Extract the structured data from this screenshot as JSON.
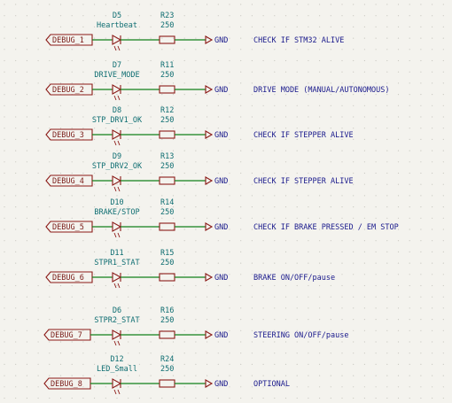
{
  "colors": {
    "wire": "#10801a",
    "component": "#8b1a17",
    "label_text": "#0f6e72",
    "port_text": "#7a1c18",
    "comment_text": "#1a1a8c",
    "background": "#f4f3ee",
    "grid_dot": "#c9c8c1"
  },
  "icons": {
    "port": "hierarchical-label-icon",
    "led": "led-diode-icon",
    "resistor": "resistor-icon",
    "ground": "ground-arrow-icon"
  },
  "gnd_label": "GND",
  "rows": [
    {
      "port": "DEBUG_1",
      "led_ref": "D5",
      "led_value": "Heartbeat",
      "res_ref": "R23",
      "res_value": "250",
      "gnd": "GND",
      "description": "CHECK IF STM32 ALIVE"
    },
    {
      "port": "DEBUG_2",
      "led_ref": "D7",
      "led_value": "DRIVE_MODE",
      "res_ref": "R11",
      "res_value": "250",
      "gnd": "GND",
      "description": "DRIVE MODE (MANUAL/AUTONOMOUS)"
    },
    {
      "port": "DEBUG_3",
      "led_ref": "D8",
      "led_value": "STP_DRV1_OK",
      "res_ref": "R12",
      "res_value": "250",
      "gnd": "GND",
      "description": "CHECK IF STEPPER ALIVE"
    },
    {
      "port": "DEBUG_4",
      "led_ref": "D9",
      "led_value": "STP_DRV2_OK",
      "res_ref": "R13",
      "res_value": "250",
      "gnd": "GND",
      "description": "CHECK IF STEPPER ALIVE"
    },
    {
      "port": "DEBUG_5",
      "led_ref": "D10",
      "led_value": "BRAKE/STOP",
      "res_ref": "R14",
      "res_value": "250",
      "gnd": "GND",
      "description": "CHECK IF BRAKE PRESSED / EM STOP"
    },
    {
      "port": "DEBUG_6",
      "led_ref": "D11",
      "led_value": "STPR1_STAT",
      "res_ref": "R15",
      "res_value": "250",
      "gnd": "GND",
      "description": "BRAKE ON/OFF/pause"
    },
    {
      "port": "DEBUG_7",
      "led_ref": "D6",
      "led_value": "STPR2_STAT",
      "res_ref": "R16",
      "res_value": "250",
      "gnd": "GND",
      "description": "STEERING ON/OFF/pause"
    },
    {
      "port": "DEBUG_8",
      "led_ref": "D12",
      "led_value": "LED_Small",
      "res_ref": "R24",
      "res_value": "250",
      "gnd": "GND",
      "description": "OPTIONAL"
    }
  ]
}
